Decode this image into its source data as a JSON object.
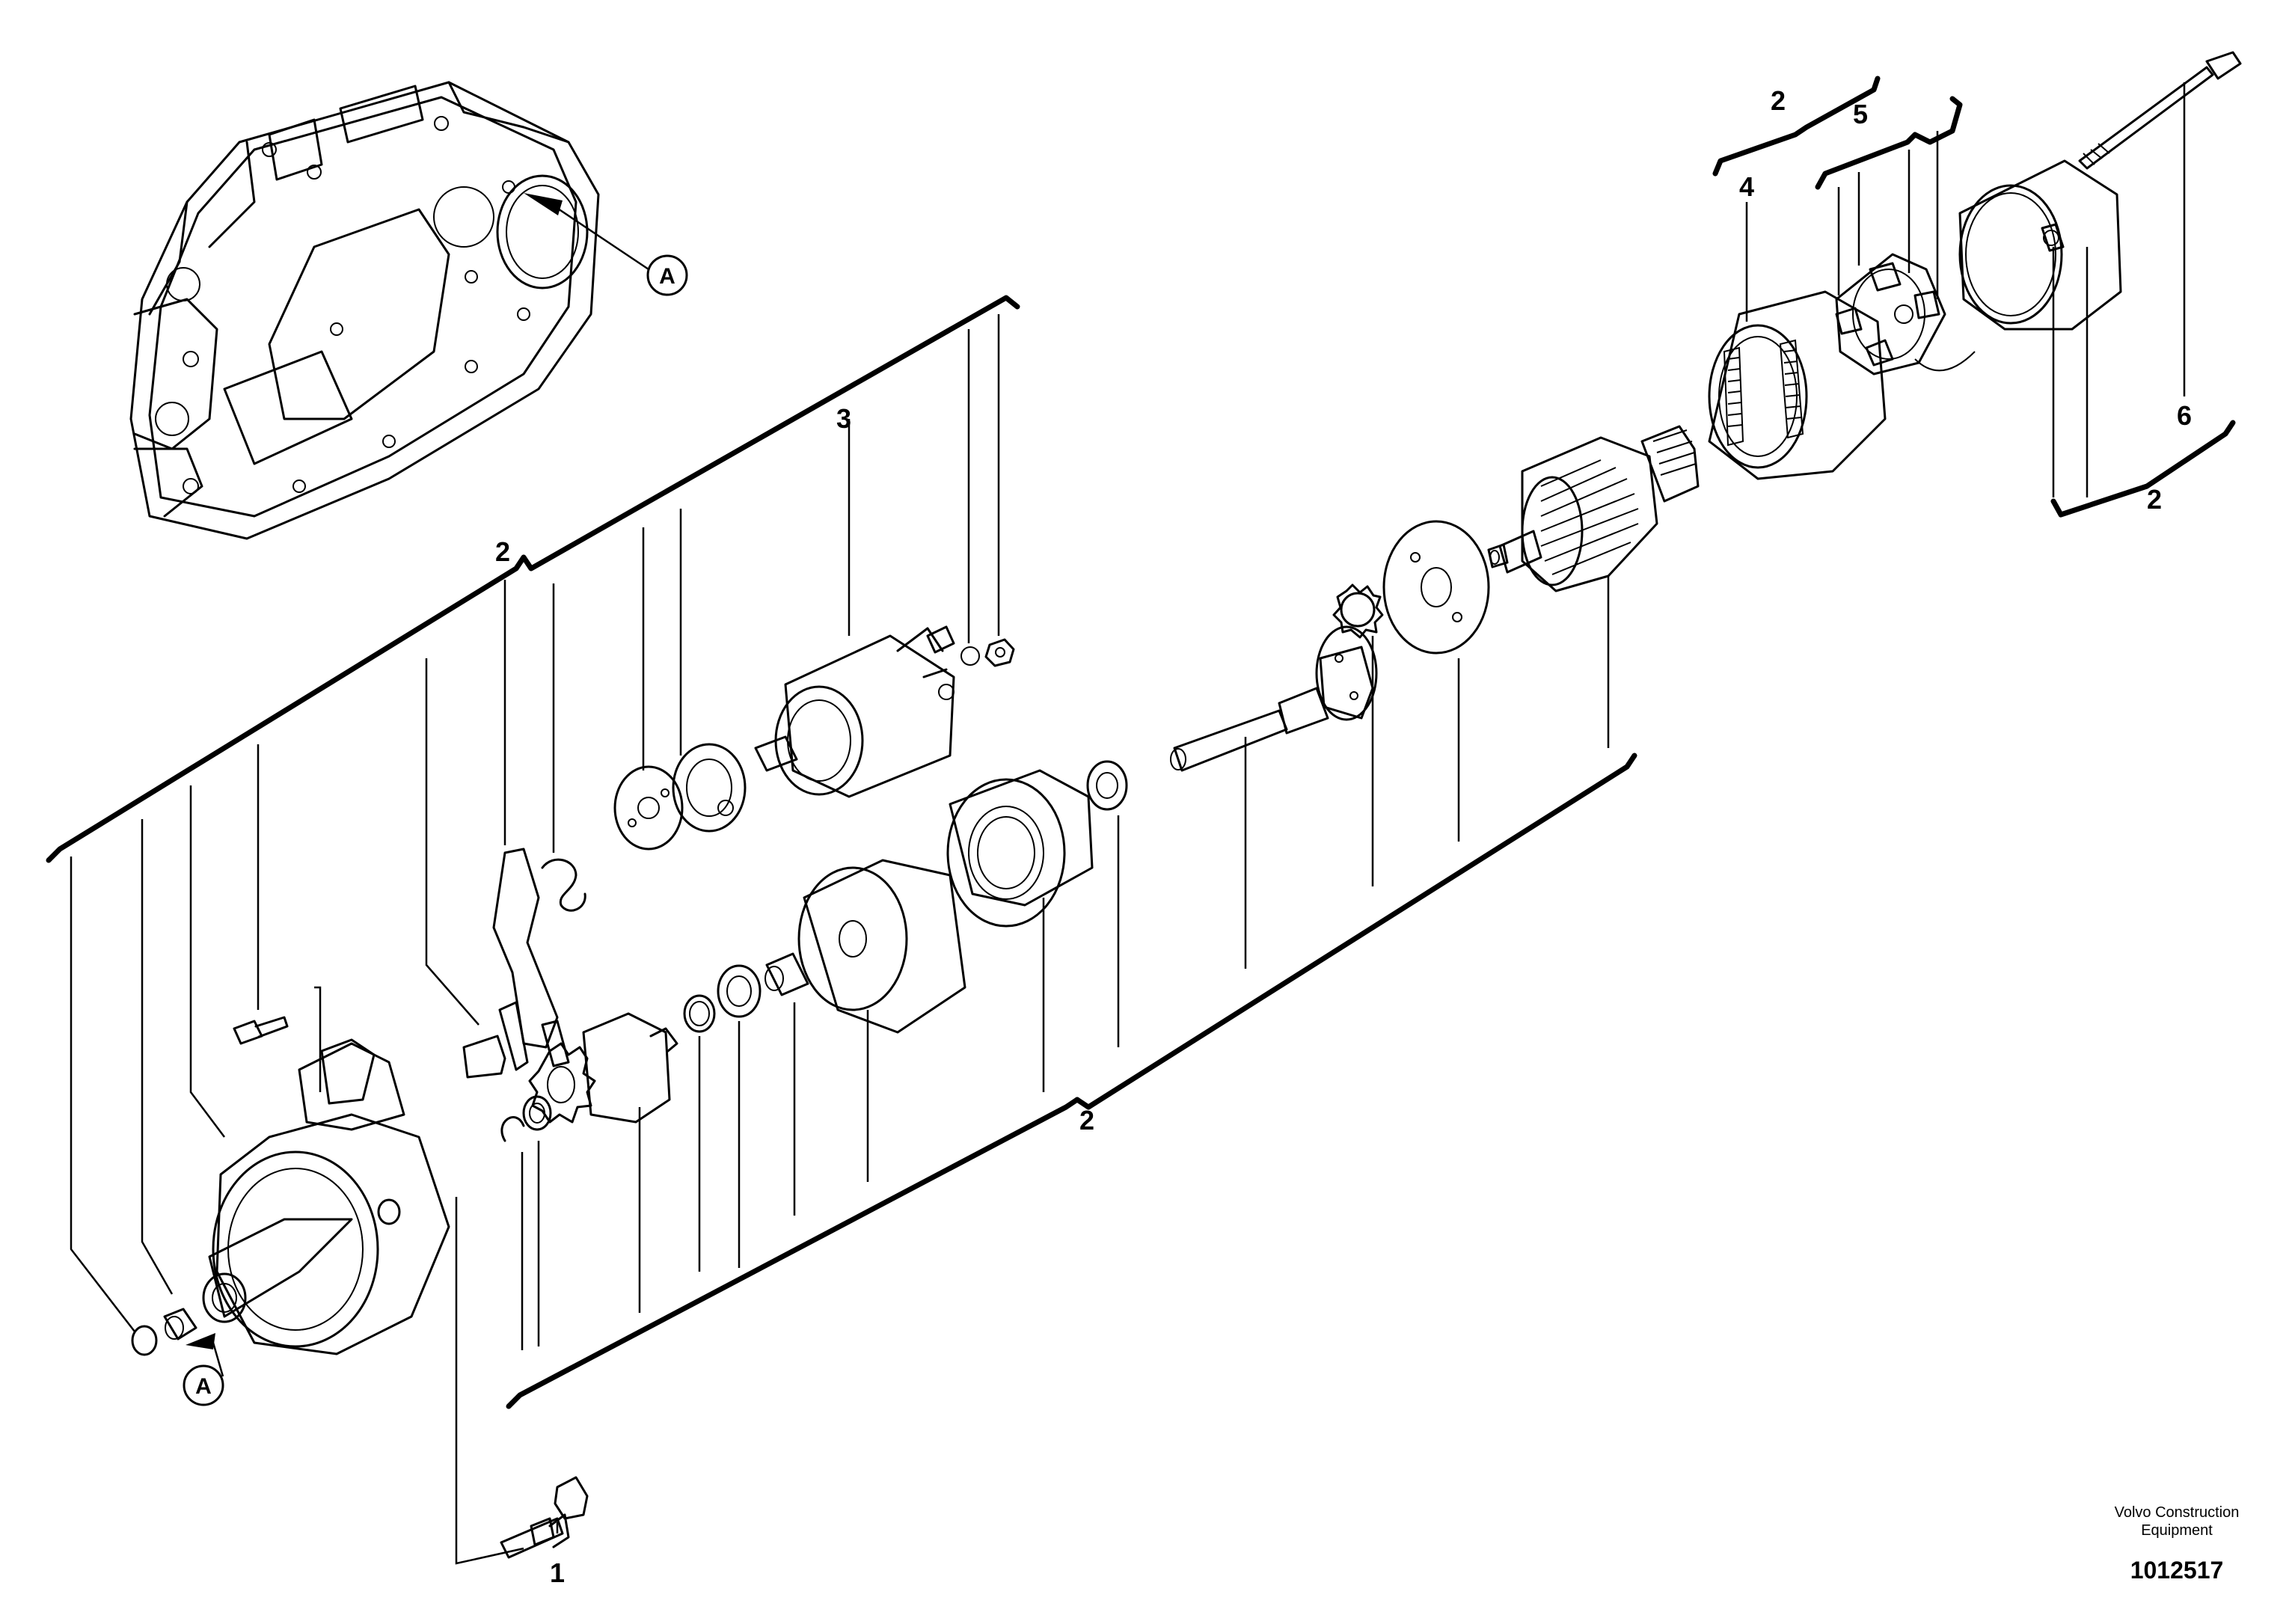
{
  "callouts": {
    "a_top": "A",
    "a_bottom": "A"
  },
  "labels": {
    "bolt": "1",
    "left_assembly": "2",
    "solenoid": "3",
    "main_assembly": "2",
    "yoke": "4",
    "yoke_group": "2",
    "brush_holder": "5",
    "through_bolt": "6",
    "end_cover_group": "2"
  },
  "footer": {
    "brand_line1": "Volvo Construction",
    "brand_line2": "Equipment",
    "drawing_number": "1012517"
  }
}
